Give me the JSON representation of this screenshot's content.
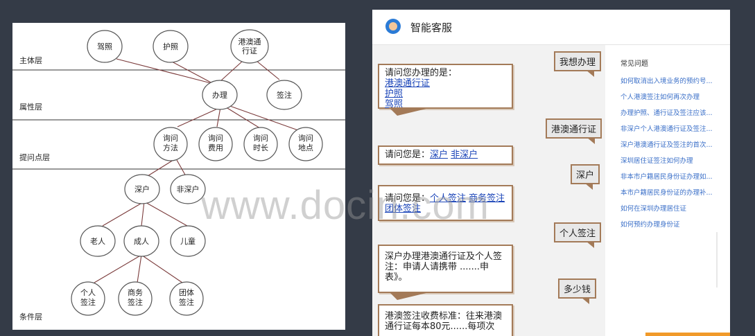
{
  "layers": [
    "主体层",
    "属性层",
    "提问点层",
    "条件层"
  ],
  "nodes": {
    "jiazhao": "驾照",
    "huzhao": "护照",
    "gangao1": "港澳通",
    "gangao2": "行证",
    "banli": "办理",
    "qianzhu": "签注",
    "fangfa1": "询问",
    "fangfa2": "方法",
    "feiyong1": "询问",
    "feiyong2": "费用",
    "shichang1": "询问",
    "shichang2": "时长",
    "didian1": "询问",
    "didian2": "地点",
    "shenhu": "深户",
    "feishenhu": "非深户",
    "laoren": "老人",
    "chengren": "成人",
    "ertong": "儿童",
    "geren1": "个人",
    "geren2": "签注",
    "shangwu1": "商务",
    "shangwu2": "签注",
    "tuanti1": "团体",
    "tuanti2": "签注"
  },
  "watermark": "www.docin.com",
  "chat": {
    "title": "智能客服",
    "m1_text": "请问您办理的是：",
    "m1_links": [
      "港澳通行证",
      "护照",
      "驾照"
    ],
    "r1": "我想办理",
    "r2": "港澳通行证",
    "m2_text": "请问您是：",
    "m2_links": [
      "深户",
      "非深户"
    ],
    "r3": "深户",
    "m3_text": "请问您是：",
    "m3_links": [
      "个人签注",
      "商务签注",
      "团体签注"
    ],
    "r4": "个人签注",
    "m4_text": "深户办理港澳通行证及个人签注：申请人请携带 .......申表》。",
    "r5": "多少钱",
    "m5_text": "港澳签注收费标准：往来港澳通行证每本80元......每项次"
  },
  "faq": {
    "title": "常见问题",
    "items": [
      "如何取消出入境业务的预约号...",
      "个人港澳签注如何再次办理",
      "办理护照、通行证及签注应该...",
      "非深户个人港澳通行证及签注...",
      "深户港澳通行证及签注的首次...",
      "深圳居住证签注如何办理",
      "非本市户籍居民身份证办理如...",
      "本市户籍居民身份证的办理补...",
      "如何在深圳办理居住证",
      "如何预约办理身份证"
    ]
  },
  "colors": {
    "background": "#343b47",
    "link": "#1a44b8",
    "bubble_border": "#a37a58",
    "faq_link": "#3a6fc8",
    "accent": "#f19a2a"
  }
}
